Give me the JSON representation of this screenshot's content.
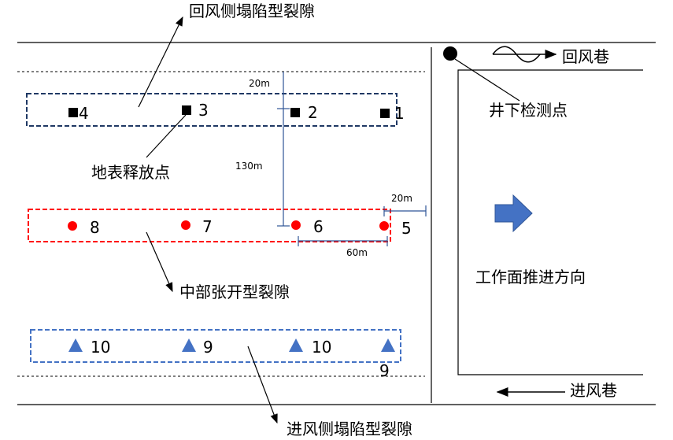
{
  "labels": {
    "return_collapse_fracture": "回风侧塌陷型裂隙",
    "surface_release_point": "地表释放点",
    "middle_tension_fracture": "中部张开型裂隙",
    "intake_collapse_fracture": "进风侧塌陷型裂隙",
    "underground_monitoring_point": "井下检测点",
    "return_airway": "回风巷",
    "intake_airway": "进风巷",
    "face_advance_direction": "工作面推进方向"
  },
  "dimensions": {
    "d_20m_top": "20m",
    "d_130m": "130m",
    "d_20m_right": "20m",
    "d_60m": "60m"
  },
  "points": {
    "p1": "1",
    "p2": "2",
    "p3": "3",
    "p4": "4",
    "p5": "5",
    "p6": "6",
    "p7": "7",
    "p8": "8",
    "t10a": "10",
    "t9a": "9",
    "t10b": "10",
    "t9b": "9"
  },
  "colors": {
    "square": "#000000",
    "circle": "#ff0000",
    "triangle": "#4472c4",
    "dim_line": "#2f5597",
    "box_top": "#1f3864",
    "box_mid": "#ff0000",
    "box_bot": "#4472c4",
    "arrow_fill": "#4472c4"
  }
}
